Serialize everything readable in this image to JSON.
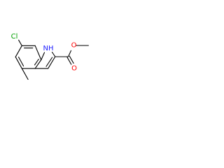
{
  "molecule": {
    "atom_labels": {
      "chlorine": "Cl",
      "nitrogen_h": "NH",
      "carbonyl_oxygen": "O",
      "ester_oxygen": "O"
    },
    "colors": {
      "bond": "#000000",
      "chlorine": "#00a000",
      "nitrogen": "#1f1fff",
      "oxygen": "#ff0000"
    }
  }
}
